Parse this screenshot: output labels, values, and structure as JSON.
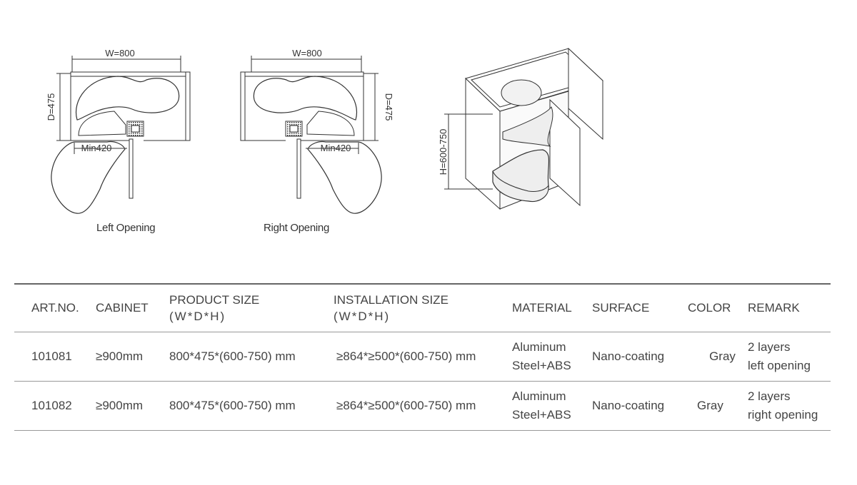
{
  "diagrams": {
    "left": {
      "width_label": "W=800",
      "depth_label": "D=475",
      "min_label": "Min420",
      "caption": "Left Opening"
    },
    "right": {
      "width_label": "W=800",
      "depth_label": "D=475",
      "min_label": "Min420",
      "caption": "Right Opening"
    },
    "cabinet_3d": {
      "height_label": "H=600-750"
    }
  },
  "table": {
    "headers": {
      "art": "ART.NO.",
      "cabinet": "CABINET",
      "product_size": "PRODUCT SIZE",
      "product_size_sub": "(W*D*H)",
      "installation_size": "INSTALLATION SIZE",
      "installation_size_sub": "(W*D*H)",
      "material": "MATERIAL",
      "surface": "SURFACE",
      "color": "COLOR",
      "remark": "REMARK"
    },
    "rows": [
      {
        "art": "101081",
        "cabinet": "≥900mm",
        "product_size": "800*475*(600-750) mm",
        "installation_size": "≥864*≥500*(600-750) mm",
        "material_1": "Aluminum",
        "material_2": "Steel+ABS",
        "surface": "Nano-coating",
        "color": "Gray",
        "remark_1": "2 layers",
        "remark_2": "left opening"
      },
      {
        "art": "101082",
        "cabinet": "≥900mm",
        "product_size": "800*475*(600-750) mm",
        "installation_size": "≥864*≥500*(600-750) mm",
        "material_1": "Aluminum",
        "material_2": "Steel+ABS",
        "surface": "Nano-coating",
        "color": "Gray",
        "remark_1": "2 layers",
        "remark_2": "right opening"
      }
    ]
  }
}
